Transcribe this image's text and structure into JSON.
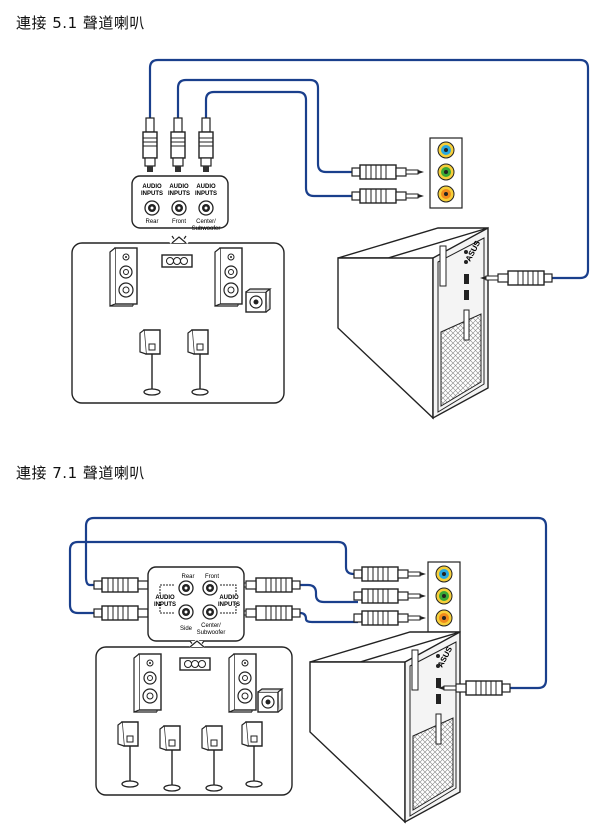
{
  "section_51": {
    "title": "連接 5.1 聲道喇叭",
    "panel_labels": [
      "AUDIO\nINPUTS",
      "AUDIO\nINPUTS",
      "AUDIO\nINPUTS"
    ],
    "jack_labels": [
      "Rear",
      "Front",
      "Center/\nSubwoofer"
    ]
  },
  "section_71": {
    "title": "連接 7.1 聲道喇叭",
    "left_label": "AUDIO\nINPUTS",
    "right_label": "AUDIO\nINPUTS",
    "jack_labels": [
      "Rear",
      "Front",
      "Side",
      "Center/\nSubwoofer"
    ]
  },
  "brand": "ASUS",
  "colors": {
    "cable": "#1a3f8c",
    "port_blue": "#29a8df",
    "port_green": "#3aa935",
    "port_orange": "#f08a1c",
    "port_ring": "#f6cf3a"
  }
}
